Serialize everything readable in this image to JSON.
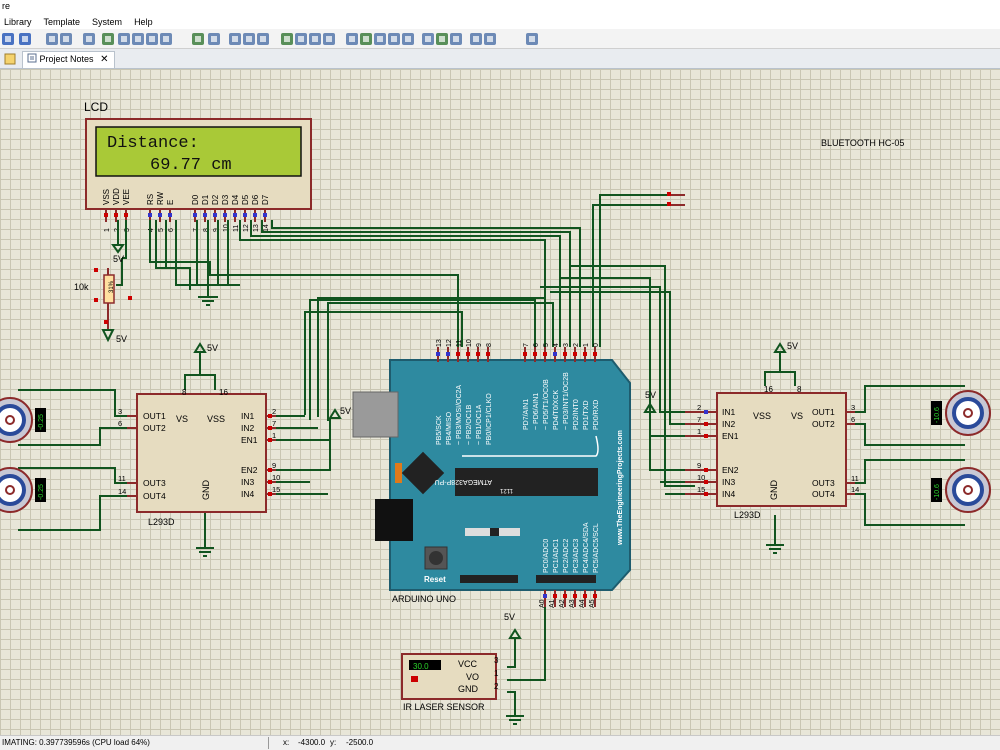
{
  "window": {
    "title": "re"
  },
  "menu": [
    "Library",
    "Template",
    "System",
    "Help"
  ],
  "tabs": [
    {
      "label": "Project Notes",
      "close": "✕"
    }
  ],
  "toolbar_icons": [
    "save-icon",
    "help-icon",
    "grid-icon",
    "grid-dots-icon",
    "origin-icon",
    "pan-icon",
    "zoom-in-icon",
    "zoom-out-icon",
    "zoom-all-icon",
    "zoom-area-icon",
    "undo-icon",
    "redo-icon",
    "cut-icon",
    "copy-icon",
    "paste-icon",
    "block-copy-icon",
    "block-move-icon",
    "block-rotate-icon",
    "block-delete-icon",
    "pick-device-icon",
    "make-device-icon",
    "package-tool-icon",
    "decompose-icon",
    "wire-autorouter-icon",
    "search-tag-icon",
    "property-assign-icon",
    "new-sheet-icon",
    "remove-sheet-icon",
    "exit-to-parent-icon",
    "bill-of-materials-icon"
  ],
  "schematic": {
    "lcd": {
      "label": "LCD",
      "line1": "Distance:",
      "line2": "69.77 cm",
      "pin_names": [
        "VSS",
        "VDD",
        "VEE",
        "RS",
        "RW",
        "E",
        "D0",
        "D1",
        "D2",
        "D3",
        "D4",
        "D5",
        "D6",
        "D7"
      ],
      "pin_numbers": [
        "1",
        "2",
        "3",
        "4",
        "5",
        "6",
        "7",
        "8",
        "9",
        "10",
        "11",
        "12",
        "13",
        "14"
      ]
    },
    "pot": {
      "label": "10k",
      "value": "31%"
    },
    "power_5v": "5V",
    "bluetooth_label": "BLUETOOTH HC-05",
    "driver_left": {
      "name": "L293D",
      "vcc_pins": [
        "8",
        "16"
      ],
      "left_pins": [
        "OUT1",
        "OUT2",
        "OUT3",
        "OUT4"
      ],
      "left_nums": [
        "3",
        "6",
        "11",
        "14"
      ],
      "right_pins": [
        "IN1",
        "IN2",
        "EN1",
        "EN2",
        "IN3",
        "IN4"
      ],
      "right_nums": [
        "2",
        "7",
        "1",
        "9",
        "10",
        "15"
      ],
      "vs": "VS",
      "vss": "VSS",
      "gnd": "GND"
    },
    "driver_right": {
      "name": "L293D",
      "vcc_pins": [
        "16",
        "8"
      ],
      "left_pins": [
        "IN1",
        "IN2",
        "EN1",
        "EN2",
        "IN3",
        "IN4"
      ],
      "left_nums": [
        "2",
        "7",
        "1",
        "9",
        "10",
        "15"
      ],
      "right_pins": [
        "OUT1",
        "OUT2",
        "OUT3",
        "OUT4"
      ],
      "right_nums": [
        "3",
        "6",
        "11",
        "14"
      ],
      "vs": "VS",
      "vss": "VSS",
      "gnd": "GND"
    },
    "motors": [
      {
        "readout": "-0.25"
      },
      {
        "readout": "-0.25"
      },
      {
        "readout": "-10.6"
      },
      {
        "readout": "-10.6"
      }
    ],
    "arduino": {
      "label": "ARDUINO UNO",
      "chip": "ATMEGA328P-PU",
      "chip_num": "1121",
      "website": "www.TheEngineeringProjects.com",
      "reset": "Reset",
      "top_pins_a": [
        "PB5/SCK",
        "PB4/MISO",
        "~ PB3/MOSI/OC2A",
        "~ PB2/OC1B",
        "~ PB1/OC1A",
        "PB0/ICP1/CLKO"
      ],
      "top_nums_a": [
        "13",
        "12",
        "11",
        "10",
        "9",
        "8"
      ],
      "top_pins_b": [
        "PD7/AIN1",
        "~ PD6/AIN1",
        "~ PD5/T1/OC0B",
        "PD4/T0/XCK",
        "~ PD3/INT1/OC2B",
        "PD2/INT0",
        "PD1/TXD",
        "PD0/RXD"
      ],
      "top_nums_b": [
        "7",
        "6",
        "5",
        "4",
        "3",
        "2",
        "1",
        "0"
      ],
      "bottom_pins": [
        "PC0/ADC0",
        "PC1/ADC1",
        "PC2/ADC2",
        "PC3/ADC3",
        "PC4/ADC4/SDA",
        "PC5/ADC5/SCL"
      ],
      "bottom_nums": [
        "A0",
        "A1",
        "A2",
        "A3",
        "A4",
        "A5"
      ]
    },
    "ir_sensor": {
      "label": "IR LASER SENSOR",
      "readout": "30.0",
      "pins": [
        "VCC",
        "VO",
        "GND"
      ],
      "pin_nums": [
        "3",
        "1",
        "2"
      ]
    }
  },
  "status": {
    "animating": "IMATING: 0.397739596s (CPU load 64%)",
    "x_label": "x:",
    "x_value": "-4300.0",
    "y_label": "y:",
    "y_value": "-2500.0"
  }
}
